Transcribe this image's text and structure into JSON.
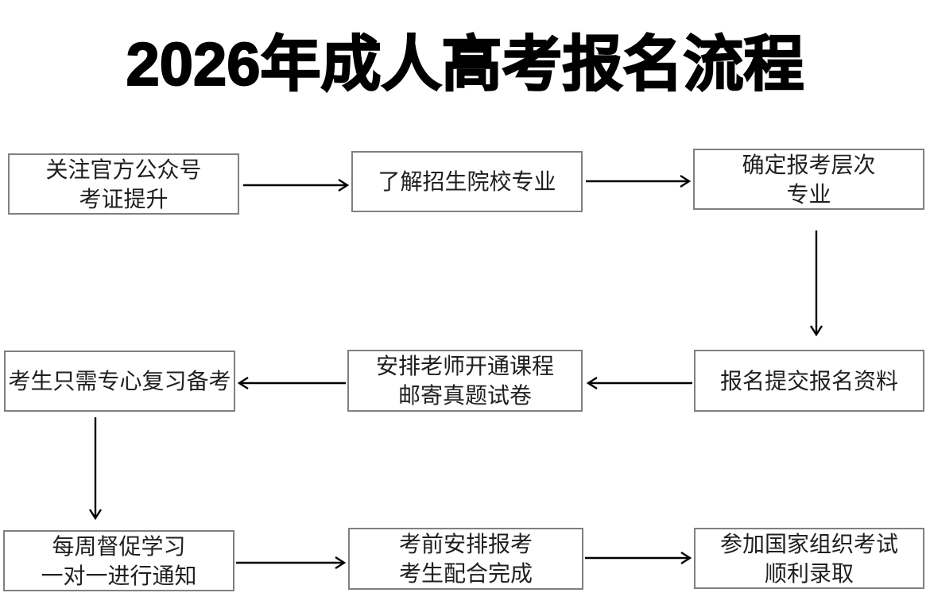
{
  "title": "2026年成人高考报名流程",
  "steps": [
    {
      "id": 1,
      "lines": [
        "关注官方公众号",
        "考证提升"
      ]
    },
    {
      "id": 2,
      "lines": [
        "了解招生院校专业"
      ]
    },
    {
      "id": 3,
      "lines": [
        "确定报考层次",
        "专业"
      ]
    },
    {
      "id": 4,
      "lines": [
        "报名提交报名资料"
      ]
    },
    {
      "id": 5,
      "lines": [
        "安排老师开通课程",
        "邮寄真题试卷"
      ]
    },
    {
      "id": 6,
      "lines": [
        "考生只需专心复习备考"
      ]
    },
    {
      "id": 7,
      "lines": [
        "每周督促学习",
        "一对一进行通知"
      ]
    },
    {
      "id": 8,
      "lines": [
        "考前安排报考",
        "考生配合完成"
      ]
    },
    {
      "id": 9,
      "lines": [
        "参加国家组织考试",
        "顺利录取"
      ]
    }
  ],
  "flow_order": [
    "关注官方公众号/考证提升 → 了解招生院校专业 → 确定报考层次/专业 → 报名提交报名资料 → 安排老师开通课程/邮寄真题试卷 → 考生只需专心复习备考 → 每周督促学习/一对一进行通知 → 考前安排报考/考生配合完成 → 参加国家组织考试/顺利录取"
  ],
  "colors": {
    "background": "#ffffff",
    "title_text": "#000000",
    "box_border": "#808080",
    "box_text": "#1f1f1f",
    "arrow": "#000000"
  }
}
